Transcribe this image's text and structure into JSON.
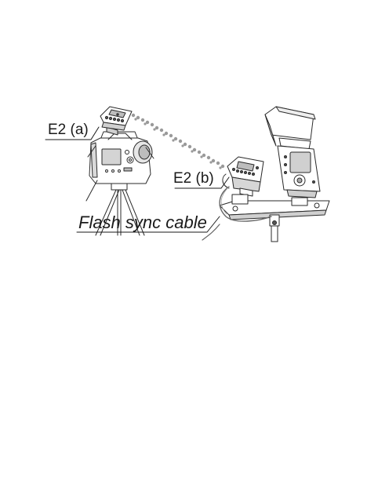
{
  "labels": {
    "transmitter": "E2 (a)",
    "receiver": "E2 (b)",
    "cable": "Flash sync cable"
  },
  "colors": {
    "line": "#2a2a2a",
    "fill": "#ffffff",
    "shade": "#cfcfcf",
    "dark": "#555555"
  },
  "icons": {
    "camera": "camera-icon",
    "transmitter": "transmitter-icon",
    "receiver": "receiver-icon",
    "flash": "speedlite-flash-icon",
    "signal": "wireless-signal-icon",
    "stand": "light-stand-icon"
  }
}
